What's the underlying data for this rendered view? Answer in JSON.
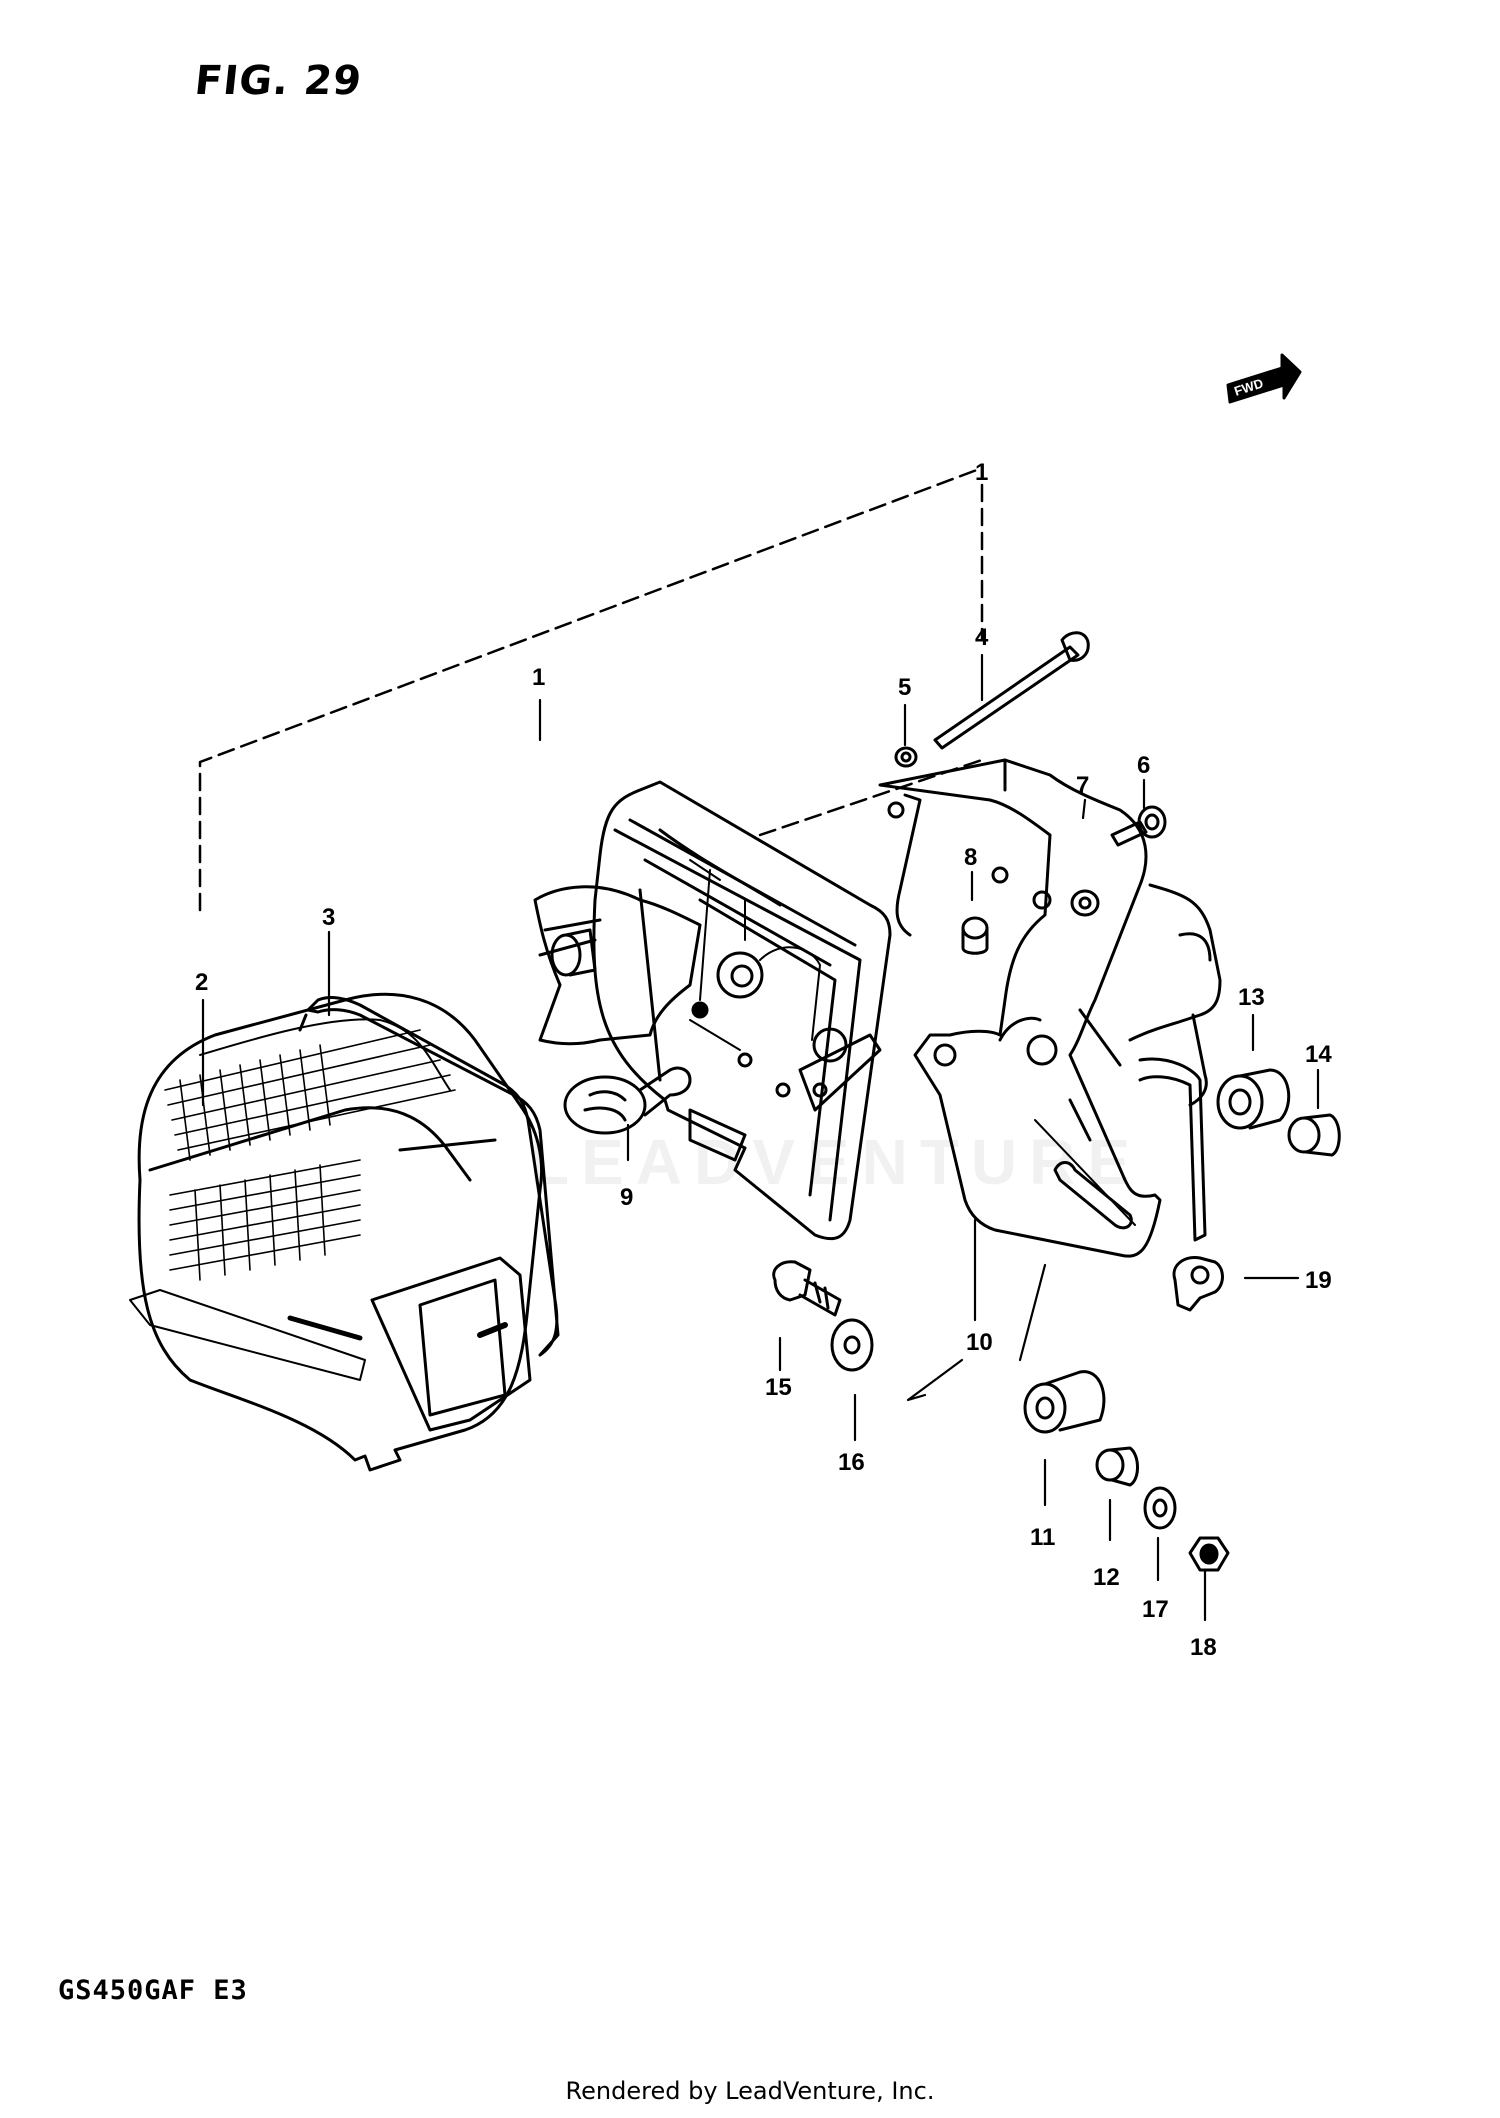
{
  "figure_title": "FIG. 29",
  "model_code": "GS450GAF E3",
  "footer": "Rendered by LeadVenture, Inc.",
  "watermark_text": "LEADVENTURE",
  "fwd_label": "FWD",
  "callouts": [
    {
      "id": "1a",
      "label": "1"
    },
    {
      "id": "1b",
      "label": "1"
    },
    {
      "id": "2",
      "label": "2"
    },
    {
      "id": "3",
      "label": "3"
    },
    {
      "id": "4",
      "label": "4"
    },
    {
      "id": "5",
      "label": "5"
    },
    {
      "id": "6",
      "label": "6"
    },
    {
      "id": "7",
      "label": "7"
    },
    {
      "id": "8",
      "label": "8"
    },
    {
      "id": "9",
      "label": "9"
    },
    {
      "id": "10",
      "label": "10"
    },
    {
      "id": "11",
      "label": "11"
    },
    {
      "id": "12",
      "label": "12"
    },
    {
      "id": "13",
      "label": "13"
    },
    {
      "id": "14",
      "label": "14"
    },
    {
      "id": "15",
      "label": "15"
    },
    {
      "id": "16",
      "label": "16"
    },
    {
      "id": "17",
      "label": "17"
    },
    {
      "id": "18",
      "label": "18"
    },
    {
      "id": "19",
      "label": "19"
    }
  ]
}
